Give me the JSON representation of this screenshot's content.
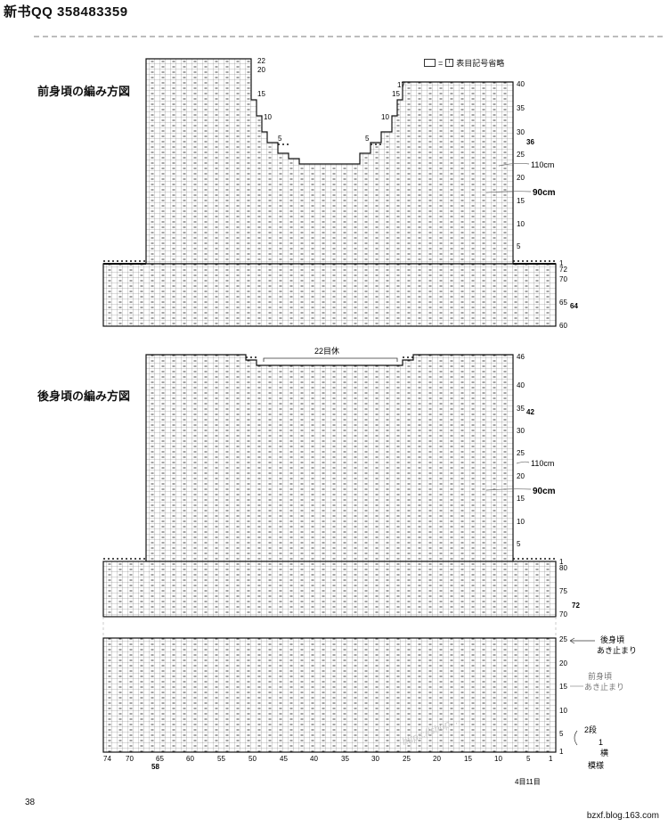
{
  "header": {
    "title": "新书QQ 358483359"
  },
  "front": {
    "title": "前身頃の編み方図",
    "legend_eq": "=",
    "legend_mark": "I",
    "legend_text": "表目記号省略",
    "right_labels": [
      "40",
      "35",
      "30",
      "25",
      "20",
      "15",
      "10",
      "5",
      "1"
    ],
    "bottom_labels": [
      "72",
      "70",
      "65",
      "60"
    ],
    "neck_left_labels": [
      "22",
      "20",
      "15",
      "10",
      "5"
    ],
    "neck_right_labels": [
      "17",
      "15",
      "10",
      "5"
    ],
    "label_36": "36",
    "label_64": "64",
    "size_110": "110cm",
    "size_90": "90cm"
  },
  "back": {
    "title": "後身頃の編み方図",
    "rest_label": "22目休",
    "right_labels": [
      "46",
      "40",
      "35",
      "30",
      "25",
      "20",
      "15",
      "10",
      "5",
      "1"
    ],
    "mid_labels": [
      "80",
      "75",
      "70"
    ],
    "label_42": "42",
    "label_72": "72",
    "size_110": "110cm",
    "size_90": "90cm",
    "bottom_row_labels": [
      "25",
      "20",
      "15",
      "10",
      "5",
      "1"
    ],
    "note_back": "後身頃",
    "note_back2": "あき止まり",
    "note_front": "前身頃",
    "note_front2": "あき止まり",
    "note_rows": "2段",
    "note_one": "1",
    "note_stripe": "模様",
    "note_yoko": "横",
    "x_labels": [
      "74",
      "70",
      "65",
      "60",
      "55",
      "50",
      "45",
      "40",
      "35",
      "30",
      "25",
      "20",
      "15",
      "10",
      "5",
      "1"
    ],
    "label_58": "58",
    "label_41": "4目11目"
  },
  "footer": {
    "page": "38",
    "url": "bzxf.blog.163.com",
    "watermark": "https://shop..."
  }
}
